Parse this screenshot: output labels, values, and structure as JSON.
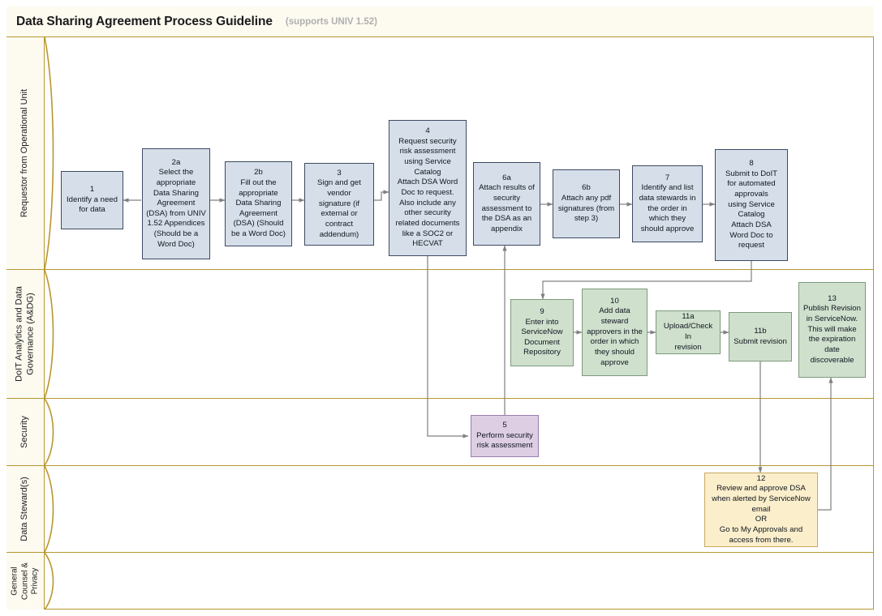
{
  "header": {
    "title": "Data Sharing Agreement Process Guideline",
    "subtitle": "(supports UNIV 1.52)"
  },
  "colors": {
    "frame": "#b8972f",
    "lane_header_bg": "#fdfaf0",
    "requestor_fill": "#d6dfe9",
    "requestor_stroke": "#3c4a63",
    "adg_fill": "#cfe0cd",
    "adg_stroke": "#7d9a7b",
    "security_fill": "#ddcee4",
    "security_stroke": "#9a7fae",
    "steward_fill": "#fbeecb",
    "steward_stroke": "#c9a95f",
    "connector": "#808080"
  },
  "lanes": [
    {
      "id": "requestor",
      "label": "Requestor from Operational Unit"
    },
    {
      "id": "adg",
      "label": "DoIT Analytics and Data Governance (A&DG)"
    },
    {
      "id": "security",
      "label": "Security"
    },
    {
      "id": "steward",
      "label": "Data Steward(s)"
    },
    {
      "id": "counsel",
      "label": "General Counsel & Privacy"
    }
  ],
  "nodes": [
    {
      "id": "n1",
      "number": "1",
      "text": "1\nIdentify a need\nfor data"
    },
    {
      "id": "n2a",
      "number": "2a",
      "text": "2a\nSelect the\nappropriate\nData Sharing\nAgreement\n(DSA) from UNIV\n1.52 Appendices\n(Should be a\nWord Doc)"
    },
    {
      "id": "n2b",
      "number": "2b",
      "text": "2b\nFill out the\nappropriate\nData Sharing\nAgreement\n(DSA) (Should\nbe a Word Doc)"
    },
    {
      "id": "n3",
      "number": "3",
      "text": "3\nSign and get\nvendor\nsignature (if\nexternal or\ncontract\naddendum)"
    },
    {
      "id": "n4",
      "number": "4",
      "text": "4\nRequest security\nrisk assessment\nusing Service\nCatalog\nAttach DSA Word\nDoc to request.\nAlso include any\nother security\nrelated documents\nlike a SOC2 or\nHECVAT"
    },
    {
      "id": "n5",
      "number": "5",
      "text": "5\nPerform security\nrisk assessment"
    },
    {
      "id": "n6a",
      "number": "6a",
      "text": "6a\nAttach results of\nsecurity\nassessment to\nthe DSA as an\nappendix"
    },
    {
      "id": "n6b",
      "number": "6b",
      "text": "6b\nAttach any pdf\nsignatures (from\nstep 3)"
    },
    {
      "id": "n7",
      "number": "7",
      "text": "7\nIdentify and list\ndata stewards in\nthe order in\nwhich they\nshould approve"
    },
    {
      "id": "n8",
      "number": "8",
      "text": "8\nSubmit to DoIT\nfor automated\napprovals\nusing Service\nCatalog\nAttach DSA\nWord Doc to\nrequest"
    },
    {
      "id": "n9",
      "number": "9",
      "text": "9\nEnter into\nServiceNow\nDocument\nRepository"
    },
    {
      "id": "n10",
      "number": "10",
      "text": "10\nAdd data\nsteward\napprovers in the\norder in which\nthey should\napprove"
    },
    {
      "id": "n11a",
      "number": "11a",
      "text": "11a\nUpload/Check In\nrevision"
    },
    {
      "id": "n11b",
      "number": "11b",
      "text": "11b\nSubmit revision"
    },
    {
      "id": "n12",
      "number": "12",
      "text": "12\nReview and approve DSA\nwhen alerted by ServiceNow\nemail\nOR\nGo to My Approvals and\naccess from there."
    },
    {
      "id": "n13",
      "number": "13",
      "text": "13\nPublish Revision\nin ServiceNow.\nThis will make\nthe expiration\ndate\ndiscoverable"
    }
  ]
}
